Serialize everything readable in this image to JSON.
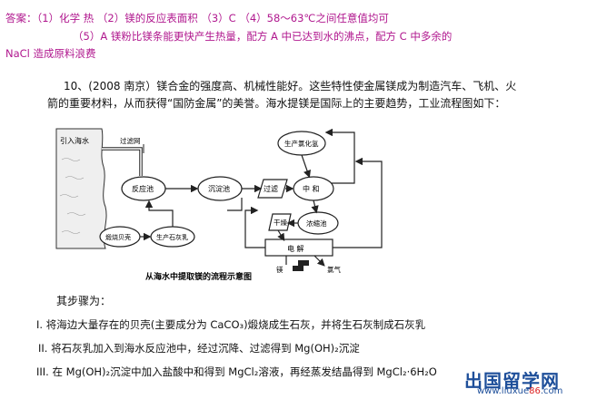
{
  "answer": {
    "line1": "答案：（1）化学      热          （2）镁的反应表面积          （3）C          （4）58～63℃之间任意值均可",
    "line2": "（5）A          镁粉比镁条能更快产生热量，配方  A 中已达到水的沸点，配方  C 中多余的",
    "line3": "NaCl 造成原料浪费"
  },
  "question": {
    "line1": "10、(2008 南京）镁合金的强度高、机械性能好。这些特性使金属镁成为制造汽车、飞机、火",
    "line2": "箭的重要材料，从而获得“国防金属”的美誉。海水提镁是国际上的主要趋势，工业流程图如下："
  },
  "diagram": {
    "caption": "从海水中提取镁的流程示意图",
    "nodes": {
      "seawater": "引入海水",
      "filter_net": "过滤网",
      "reactor": "反应池",
      "settler": "沉淀池",
      "filtration": "过滤",
      "neutralize": "中  和",
      "chlorinate": "生产氯化氢",
      "dry": "干燥",
      "concentrate": "浓缩池",
      "electrolysis": "电  解",
      "shell": "煅烧贝壳",
      "lime": "生产石灰乳",
      "mg": "镁",
      "cl2": "氯气"
    }
  },
  "steps": {
    "intro": "其步骤为：",
    "s1": "I.  将海边大量存在的贝壳(主要成分为  CaCO₃)煅烧成生石灰，并将生石灰制成石灰乳",
    "s2": "II.  将石灰乳加入到海水反应池中，经过沉降、过滤得到  Mg(OH)₂沉淀",
    "s3": "III.  在 Mg(OH)₂沉淀中加入盐酸中和得到  MgCl₂溶液，再经蒸发结晶得到  MgCl₂·6H₂O"
  },
  "watermark": {
    "main": "出国留学网",
    "url_prefix": "www.liuxue",
    "url_num": "86",
    "url_suffix": ".com"
  }
}
